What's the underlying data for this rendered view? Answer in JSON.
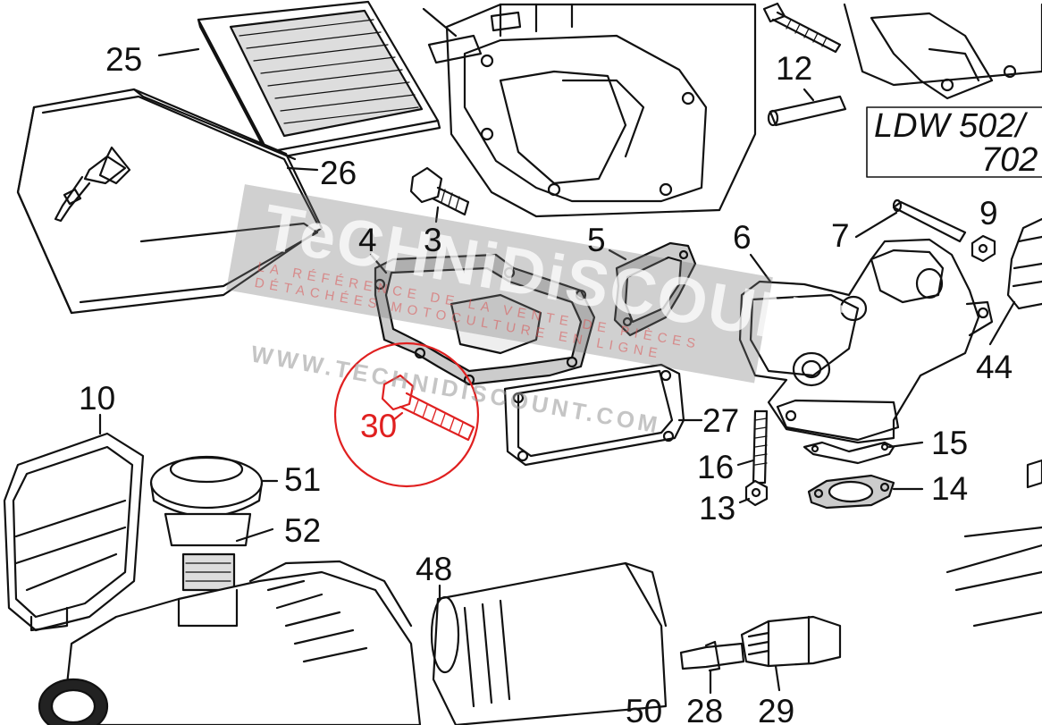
{
  "diagram": {
    "model_line1": "LDW 502/",
    "model_line2": "702",
    "highlight_color": "#e02020",
    "highlighted_part": "30",
    "labels": [
      "25",
      "26",
      "4",
      "3",
      "5",
      "6",
      "7",
      "9",
      "12",
      "44",
      "27",
      "15",
      "16",
      "14",
      "13",
      "10",
      "51",
      "52",
      "48",
      "50",
      "28",
      "29",
      "30"
    ]
  },
  "watermark": {
    "brand": "TeCHNiDiSCOUNT",
    "line1": "LA RÉFÉRENCE DE LA VENTE DE PIÈCES",
    "line2": "DÉTACHÉES MOTOCULTURE EN LIGNE",
    "url": "WWW.TECHNIDISCOUNT.COM"
  }
}
